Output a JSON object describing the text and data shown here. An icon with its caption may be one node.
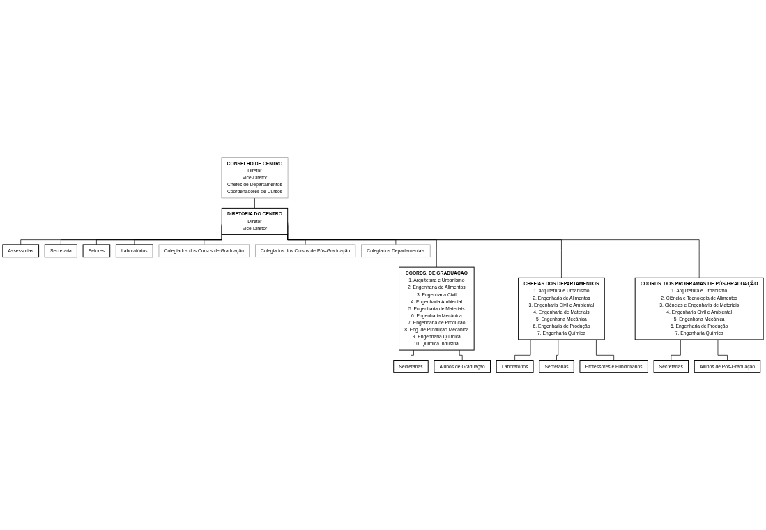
{
  "diagram": {
    "nodes": [
      {
        "text": [
          "CONSELHO DE CENTRO",
          "Diretor",
          "Vice-Diretor",
          "Chefes de Departamentos",
          "Coordenadores de Cursos"
        ]
      },
      {
        "text": [
          "DIRETORIA DO CENTRO",
          "Diretor",
          "Vice-Diretor"
        ]
      },
      {
        "text": [
          "Assessorias"
        ]
      },
      {
        "text": [
          "Secretaria"
        ]
      },
      {
        "text": [
          "Setores"
        ]
      },
      {
        "text": [
          "Laboratórios"
        ]
      },
      {
        "text": [
          "Colegiados dos Cursos de Graduação"
        ]
      },
      {
        "text": [
          "Colegiados dos Cursos de Pós-Graduação"
        ]
      },
      {
        "text": [
          "Colegiados Departamentais"
        ]
      },
      {
        "text": [
          "COORDS. DE GRADUAÇAO",
          "1. Arquitetura e Urbanismo",
          "2. Engenharia de Alimentos",
          "3. Engenharia Civil",
          "4. Engenharia Ambiental",
          "5. Engenharia de Materiais",
          "6. Engenharia Mecânica",
          "7. Engenharia de Produção",
          "8. Eng. de Produção Mecânica",
          "9. Engenharia Química",
          "10. Química Industrial"
        ]
      },
      {
        "text": [
          "CHEFIAS DOS DEPARTAMENTOS",
          "1. Arquitetura e Urbanismo",
          "2. Engenharia de Alimentos",
          "3. Engenharia Civil e Ambiental",
          "4. Engenharia de Materiais",
          "5. Engenharia Mecânica",
          "6. Engenharia de Produção",
          "7. Engenharia Química"
        ]
      },
      {
        "text": [
          "COORDS. DOS PROGRAMAS DE PÓS-GRADUAÇÃO",
          "1. Arquitetura e Urbanismo",
          "2. Ciência e Tecnologia de Alimentos",
          "3. Ciências e Engenharia de Materiais",
          "4. Engenharia Civil e Ambiental",
          "5. Engenharia Mecânica",
          "6. Engenharia de Produção",
          "7. Engenharia Química"
        ]
      },
      {
        "text": [
          "Secretarias"
        ]
      },
      {
        "text": [
          "Alunos de Graduação"
        ]
      },
      {
        "text": [
          "Laboratórios"
        ]
      },
      {
        "text": [
          "Secretarias"
        ]
      },
      {
        "text": [
          "Professores e Funcionários"
        ]
      },
      {
        "text": [
          "Secretarias"
        ]
      },
      {
        "text": [
          "Alunos de Pós-Graduação"
        ]
      }
    ],
    "edges": [
      {
        "from": 0,
        "to": 1,
        "arrow": "none"
      },
      {
        "from": 1,
        "to": 2,
        "arrow": "none"
      },
      {
        "from": 1,
        "to": 3,
        "arrow": "none"
      },
      {
        "from": 1,
        "to": 4,
        "arrow": "none"
      },
      {
        "from": 1,
        "to": 5,
        "arrow": "none"
      },
      {
        "from": 1,
        "to": 6,
        "arrow": "none"
      },
      {
        "from": 1,
        "to": 7,
        "arrow": "none"
      },
      {
        "from": 1,
        "to": 8,
        "arrow": "none"
      },
      {
        "from": 1,
        "to": 9,
        "arrow": "none"
      },
      {
        "from": 1,
        "to": 10,
        "arrow": "none"
      },
      {
        "from": 1,
        "to": 11,
        "arrow": "none"
      },
      {
        "from": 9,
        "to": 12,
        "arrow": "none"
      },
      {
        "from": 9,
        "to": 13,
        "arrow": "none"
      },
      {
        "from": 10,
        "to": 14,
        "arrow": "none"
      },
      {
        "from": 10,
        "to": 15,
        "arrow": "none"
      },
      {
        "from": 10,
        "to": 16,
        "arrow": "none"
      },
      {
        "from": 11,
        "to": 17,
        "arrow": "none"
      },
      {
        "from": 11,
        "to": 18,
        "arrow": "none"
      }
    ]
  }
}
